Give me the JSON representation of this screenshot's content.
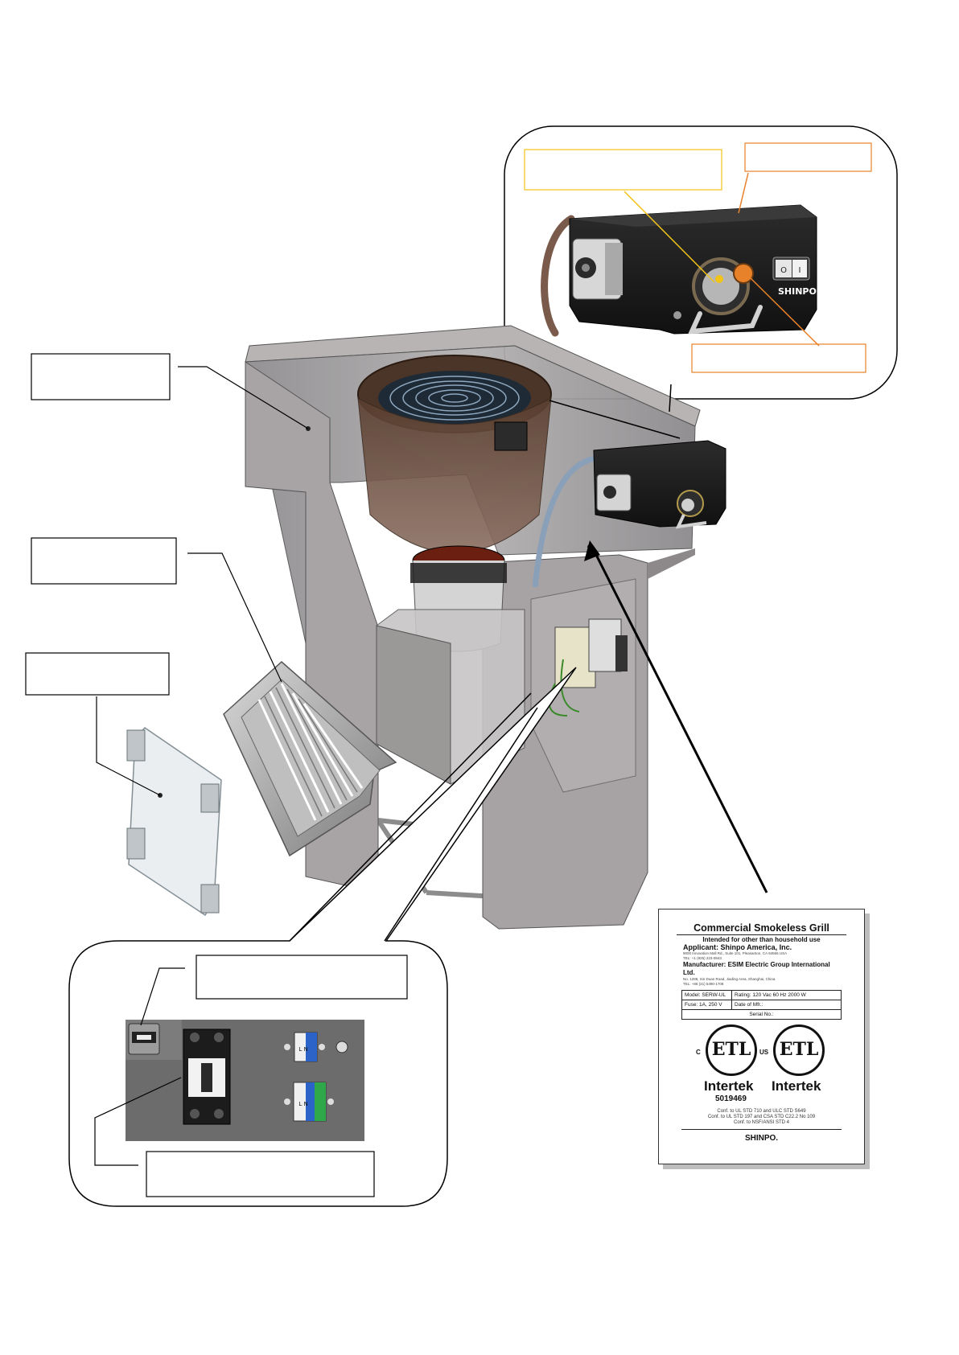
{
  "nameplate": {
    "title": "Commercial Smokeless Grill",
    "subtitle": "Intended for other than household use",
    "applicant": "Applicant: Shinpo America, Inc.",
    "applicant_address": "9000 Innovation Mall Rd., Suite 101, Pleasanton, CA 94566 USA",
    "applicant_tel": "TEL: +1 (925) 223-0843",
    "manufacturer": "Manufacturer: ESIM Electric Group International Ltd.",
    "manufacturer_address": "No. 1288, Xin Duan Road, Jiading Area, Shanghai, China",
    "manufacturer_tel": "TEL: +86 (21) 5490-1708",
    "model_label": "Model: SERW-UL",
    "rating_label": "Rating: 120 Vac   60 Hz   2000 W",
    "fuse_label": "Fuse: 1A, 250 V",
    "date_label": "Date of Mfr.:",
    "serial_label": "Serial No.:",
    "etl_mark": "ETL",
    "etl_c": "C",
    "etl_us": "US",
    "brand_1": "Intertek",
    "control_number": "5019469",
    "brand_2": "Intertek",
    "conform_1": "Conf. to UL STD 710 and ULC STD S649",
    "conform_2": "Conf. to UL STD 197 and CSA STD C22.2 No 109",
    "conform_3": "Conf. to NSF/ANSI STD 4",
    "logo": "SHINPO."
  },
  "inset_top": {
    "panel_brand": "SHINPO",
    "switch_off": "O",
    "switch_on": "I"
  },
  "inset_bottom": {
    "terminal_1": "L N",
    "terminal_2": "L N"
  },
  "colors": {
    "callout_orange": "#e8822a",
    "callout_yellow": "#f2c318",
    "leader_black": "#000000",
    "metal_gray": "#9e9ea2",
    "hood_brown": "#6e5240"
  }
}
